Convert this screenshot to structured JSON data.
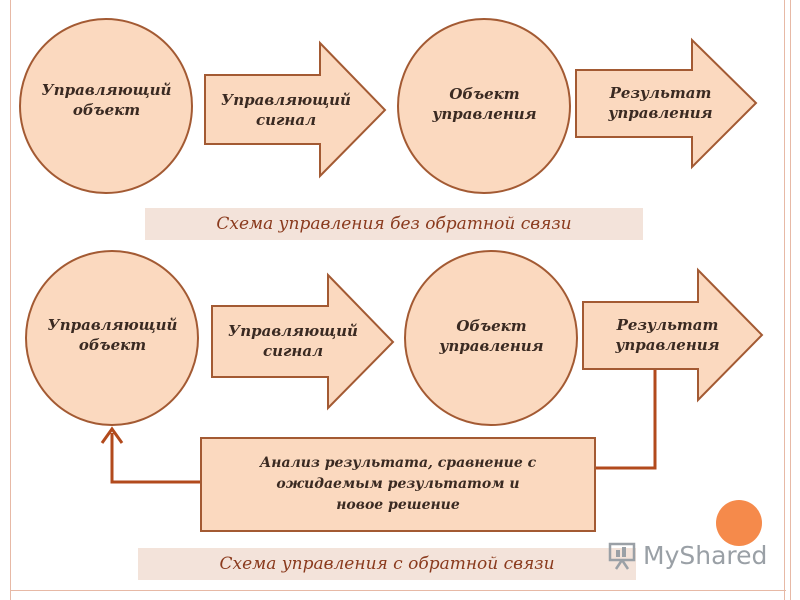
{
  "top": {
    "control_object": "Управляющий\nобъект",
    "control_signal": "Управляющий\nсигнал",
    "managed_object": "Объект\nуправления",
    "result": "Результат\nуправления",
    "caption": "Схема управления без обратной связи"
  },
  "bottom": {
    "control_object": "Управляющий\nобъект",
    "control_signal": "Управляющий\nсигнал",
    "managed_object": "Объект\nуправления",
    "result": "Результат\nуправления",
    "analysis": "Анализ результата, сравнение с\nожидаемым результатом и\nновое решение",
    "caption": "Схема управления с обратной связи"
  },
  "watermark": {
    "text": "MyShared"
  },
  "colors": {
    "shape_fill": "#fbd9bf",
    "shape_stroke": "#a35a33",
    "feedback_line": "#b24a1c",
    "caption_text": "#8a3a1d",
    "caption_bg": "#f3e3da",
    "accent_dot": "#f58a4b"
  }
}
